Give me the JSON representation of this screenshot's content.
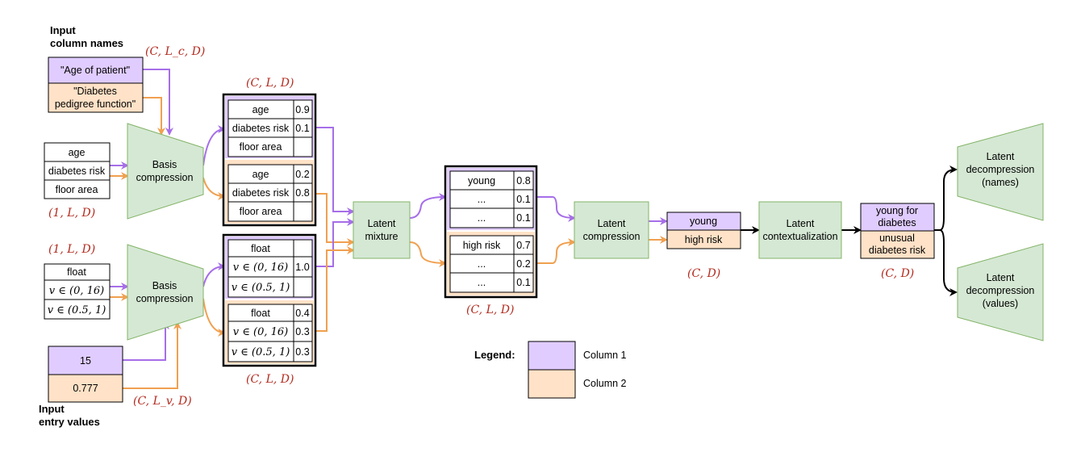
{
  "colors": {
    "column1": "#e0ccff",
    "column2": "#ffe2c7",
    "arrow1": "#a66ee8",
    "arrow2": "#f0a050",
    "block": "#d5e8d4",
    "block_border": "#82b366",
    "math": "#b22a1e"
  },
  "inputs": {
    "column_names_title": [
      "Input",
      "column names"
    ],
    "col1_name": "\"Age of patient\"",
    "col2_name": [
      "\"Diabetes",
      "pedigree function\""
    ],
    "entry_values_title": [
      "Input",
      "entry values"
    ],
    "val1": "15",
    "val2": "0.777"
  },
  "math": {
    "c_lc_d": "(C, L_c, D)",
    "c_lv_d": "(C, L_v, D)",
    "one_l_d_top": "(1, L, D)",
    "one_l_d_bot": "(1, L, D)",
    "c_l_d_top": "(C, L, D)",
    "c_l_d_bot": "(C, L, D)",
    "c_l_d_mix": "(C, L, D)",
    "c_d_comp": "(C, D)",
    "c_d_ctx": "(C, D)"
  },
  "basis_top_list": [
    "age",
    "diabetes risk",
    "floor area"
  ],
  "basis_bot_list": [
    "float",
    "v ∈ (0, 16)",
    "v ∈ (0.5, 1)"
  ],
  "blocks": {
    "basis_compression": [
      "Basis",
      "compression"
    ],
    "latent_mixture": [
      "Latent",
      "mixture"
    ],
    "latent_compression": [
      "Latent",
      "compression"
    ],
    "latent_contextualization": [
      "Latent",
      "contextualization"
    ],
    "latent_decompression_names": [
      "Latent",
      "decompression",
      "(names)"
    ],
    "latent_decompression_values": [
      "Latent",
      "decompression",
      "(values)"
    ]
  },
  "tables": {
    "names_col1": [
      [
        "age",
        "0.9"
      ],
      [
        "diabetes risk",
        "0.1"
      ],
      [
        "floor area",
        ""
      ]
    ],
    "names_col2": [
      [
        "age",
        "0.2"
      ],
      [
        "diabetes risk",
        "0.8"
      ],
      [
        "floor area",
        ""
      ]
    ],
    "values_col1": [
      [
        "float",
        ""
      ],
      [
        "v ∈ (0, 16)",
        "1.0"
      ],
      [
        "v ∈ (0.5, 1)",
        ""
      ]
    ],
    "values_col2": [
      [
        "float",
        "0.4"
      ],
      [
        "v ∈ (0, 16)",
        "0.3"
      ],
      [
        "v ∈ (0.5, 1)",
        "0.3"
      ]
    ],
    "mix_col1": [
      [
        "young",
        "0.8"
      ],
      [
        "...",
        "0.1"
      ],
      [
        "...",
        "0.1"
      ]
    ],
    "mix_col2": [
      [
        "high risk",
        "0.7"
      ],
      [
        "...",
        "0.2"
      ],
      [
        "...",
        "0.1"
      ]
    ]
  },
  "compressed": {
    "col1": "young",
    "col2": "high risk"
  },
  "contextualized": {
    "col1": [
      "young for",
      "diabetes"
    ],
    "col2": [
      "unusual",
      "diabetes risk"
    ]
  },
  "legend": {
    "title": "Legend:",
    "col1": "Column 1",
    "col2": "Column 2"
  }
}
